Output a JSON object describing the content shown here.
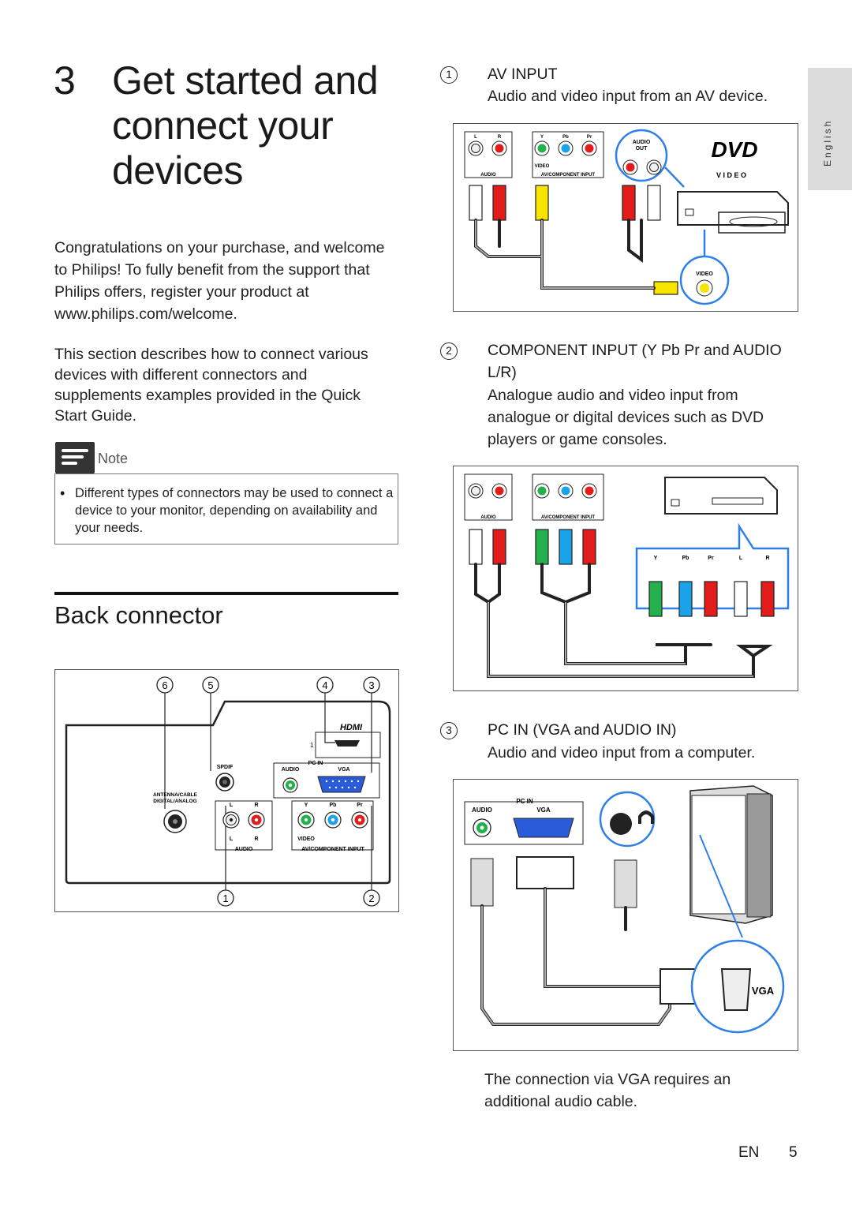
{
  "chapter": {
    "number": "3",
    "title": "Get started and connect your devices"
  },
  "intro": {
    "para1": "Congratulations on your purchase, and welcome to Philips! To fully benefit from the support that Philips offers, register your product at www.philips.com/welcome.",
    "para2": "This section describes how to connect various devices with different connectors and supplements examples provided in the Quick Start Guide."
  },
  "note": {
    "label": "Note",
    "bullet": "Different types of connectors may be used to connect a device to your monitor, depending on availability and your needs."
  },
  "section": {
    "title": "Back connector"
  },
  "back_panel": {
    "callouts": [
      "6",
      "5",
      "4",
      "3",
      "1",
      "2"
    ],
    "labels": {
      "hdmi": "HDMI",
      "hdmi_port": "1",
      "pc_in": "PC IN",
      "audio": "AUDIO",
      "vga": "VGA",
      "spdif": "SPDIF",
      "antenna_1": "ANTENNA/CABLE",
      "antenna_2": "DIGITAL/ANALOG",
      "l": "L",
      "r": "R",
      "y": "Y",
      "pb": "Pb",
      "pr": "Pr",
      "video": "VIDEO",
      "av_component_input": "AV/COMPONENT INPUT"
    }
  },
  "items": [
    {
      "number": "1",
      "title": "AV INPUT",
      "desc": "Audio and video input from an AV device."
    },
    {
      "number": "2",
      "title": "COMPONENT INPUT (Y Pb Pr and AUDIO L/R)",
      "desc": "Analogue audio and video input from analogue or digital devices such as DVD players or game consoles."
    },
    {
      "number": "3",
      "title": "PC IN (VGA and AUDIO IN)",
      "desc": "Audio and video input from a computer."
    }
  ],
  "fig_av": {
    "audio_out_1": "AUDIO",
    "audio_out_2": "OUT",
    "dvd_logo": "DVD",
    "dvd_sub": "V I D E O",
    "video": "VIDEO"
  },
  "fig_pc": {
    "pc_in": "PC IN",
    "audio": "AUDIO",
    "vga": "VGA",
    "vga_big": "VGA"
  },
  "vga_note": "The connection via VGA requires an additional audio cable.",
  "side_tab": "English",
  "footer": {
    "lang": "EN",
    "page": "5"
  },
  "colors": {
    "green": "#22b14c",
    "blue": "#1aa3e8",
    "red": "#e21b1b",
    "yellow": "#f7e500",
    "white": "#ffffff",
    "highlight_blue": "#2f7fe6"
  }
}
